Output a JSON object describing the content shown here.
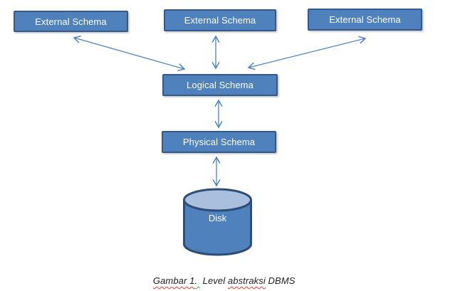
{
  "boxes": {
    "external_left": {
      "label": "External Schema"
    },
    "external_middle": {
      "label": "External Schema"
    },
    "external_right": {
      "label": "External Schema"
    },
    "logical": {
      "label": "Logical Schema"
    },
    "physical": {
      "label": "Physical Schema"
    },
    "disk": {
      "label": "Disk"
    }
  },
  "connections": [
    {
      "from": "external_left",
      "to": "logical",
      "type": "double-arrow"
    },
    {
      "from": "external_middle",
      "to": "logical",
      "type": "double-arrow"
    },
    {
      "from": "external_right",
      "to": "logical",
      "type": "double-arrow"
    },
    {
      "from": "logical",
      "to": "physical",
      "type": "double-arrow"
    },
    {
      "from": "physical",
      "to": "disk",
      "type": "double-arrow"
    }
  ],
  "caption": {
    "parts": [
      {
        "text": "Gambar 1",
        "spellcheck": "red"
      },
      {
        "text": ". ",
        "spellcheck": "green"
      },
      {
        "text": " Level ",
        "spellcheck": "none"
      },
      {
        "text": "abstraksi",
        "spellcheck": "red"
      },
      {
        "text": " DBMS",
        "spellcheck": "none"
      }
    ]
  },
  "colors": {
    "box_fill": "#4f81bd",
    "box_border": "#36598c",
    "box_text": "#ffffff",
    "arrow": "#4f81bd",
    "cylinder_fill": "#4f81bd",
    "cylinder_top_fill": "#a8c0de",
    "cylinder_border": "#2e4d77",
    "caption_text": "#1f1f1f",
    "squiggle_red": "#e2402f",
    "squiggle_green": "#3fae49"
  }
}
